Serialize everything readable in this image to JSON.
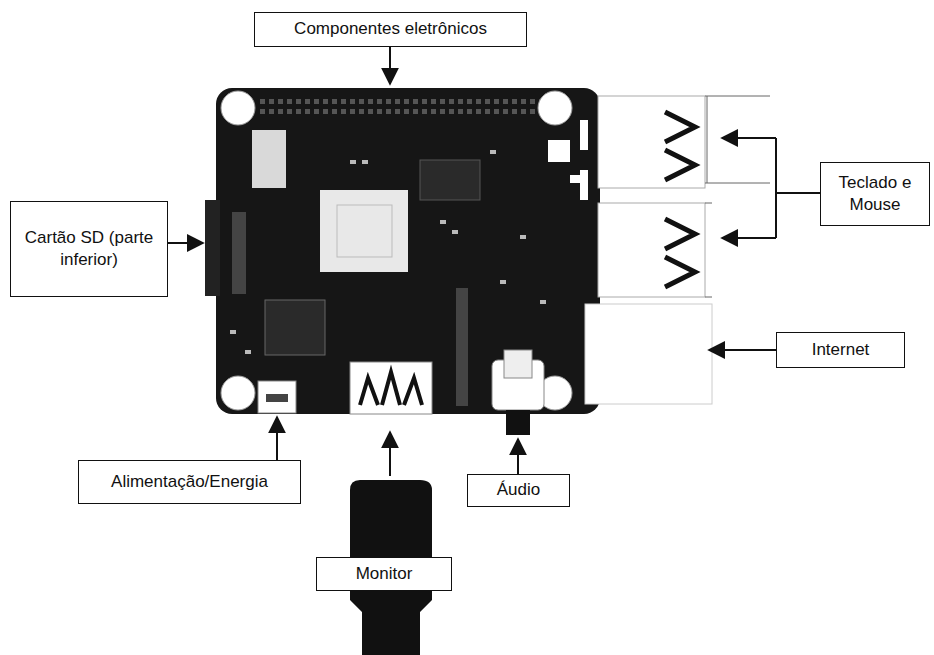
{
  "diagram": {
    "nodes": [
      {
        "text": [
          "Componentes eletrônicos"
        ]
      },
      {
        "text": [
          "Cartão SD (parte inferior)"
        ]
      },
      {
        "text": [
          "Teclado e Mouse"
        ]
      },
      {
        "text": [
          "Internet"
        ]
      },
      {
        "text": [
          "Alimentação/Energia"
        ]
      },
      {
        "text": [
          "Áudio"
        ]
      },
      {
        "text": [
          "Monitor"
        ]
      }
    ]
  }
}
